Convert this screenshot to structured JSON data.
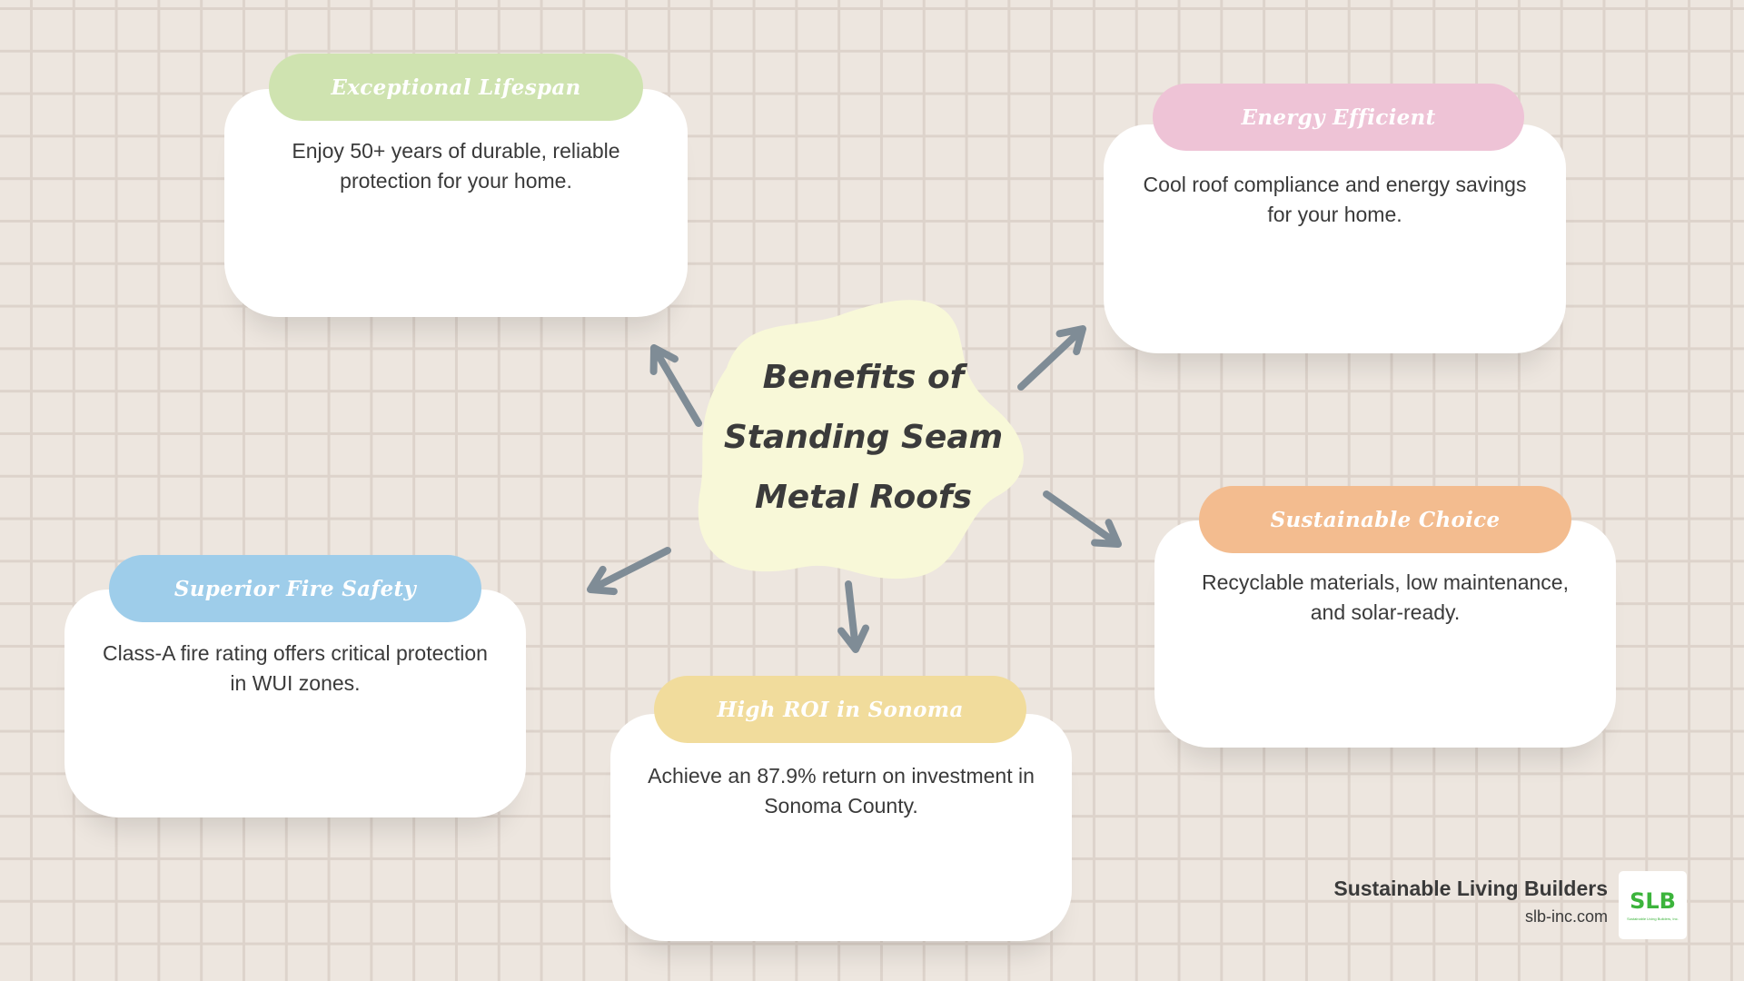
{
  "center": {
    "title_lines": [
      "Benefits of",
      "Standing Seam",
      "Metal Roofs"
    ],
    "color": "#f8f8d8"
  },
  "benefits": [
    {
      "title": "Exceptional Lifespan",
      "text": "Enjoy 50+ years of durable, reliable protection for your home.",
      "color": "#cfe3b0"
    },
    {
      "title": "Energy Efficient",
      "text": "Cool roof compliance and energy savings for your home.",
      "color": "#eec3d6"
    },
    {
      "title": "Sustainable Choice",
      "text": "Recyclable materials, low maintenance, and solar-ready.",
      "color": "#f3bc8f"
    },
    {
      "title": "Superior Fire Safety",
      "text": "Class-A fire rating offers critical protection in WUI zones.",
      "color": "#9ecdea"
    },
    {
      "title": "High ROI in Sonoma",
      "text": "Achieve an 87.9% return on investment in Sonoma County.",
      "color": "#f1dc9c"
    }
  ],
  "arrow_color": "#7f8c96",
  "brand": {
    "name": "Sustainable Living Builders",
    "url": "slb-inc.com",
    "logo_mark": "SLB",
    "logo_sub": "Sustainable Living Builders, Inc."
  }
}
